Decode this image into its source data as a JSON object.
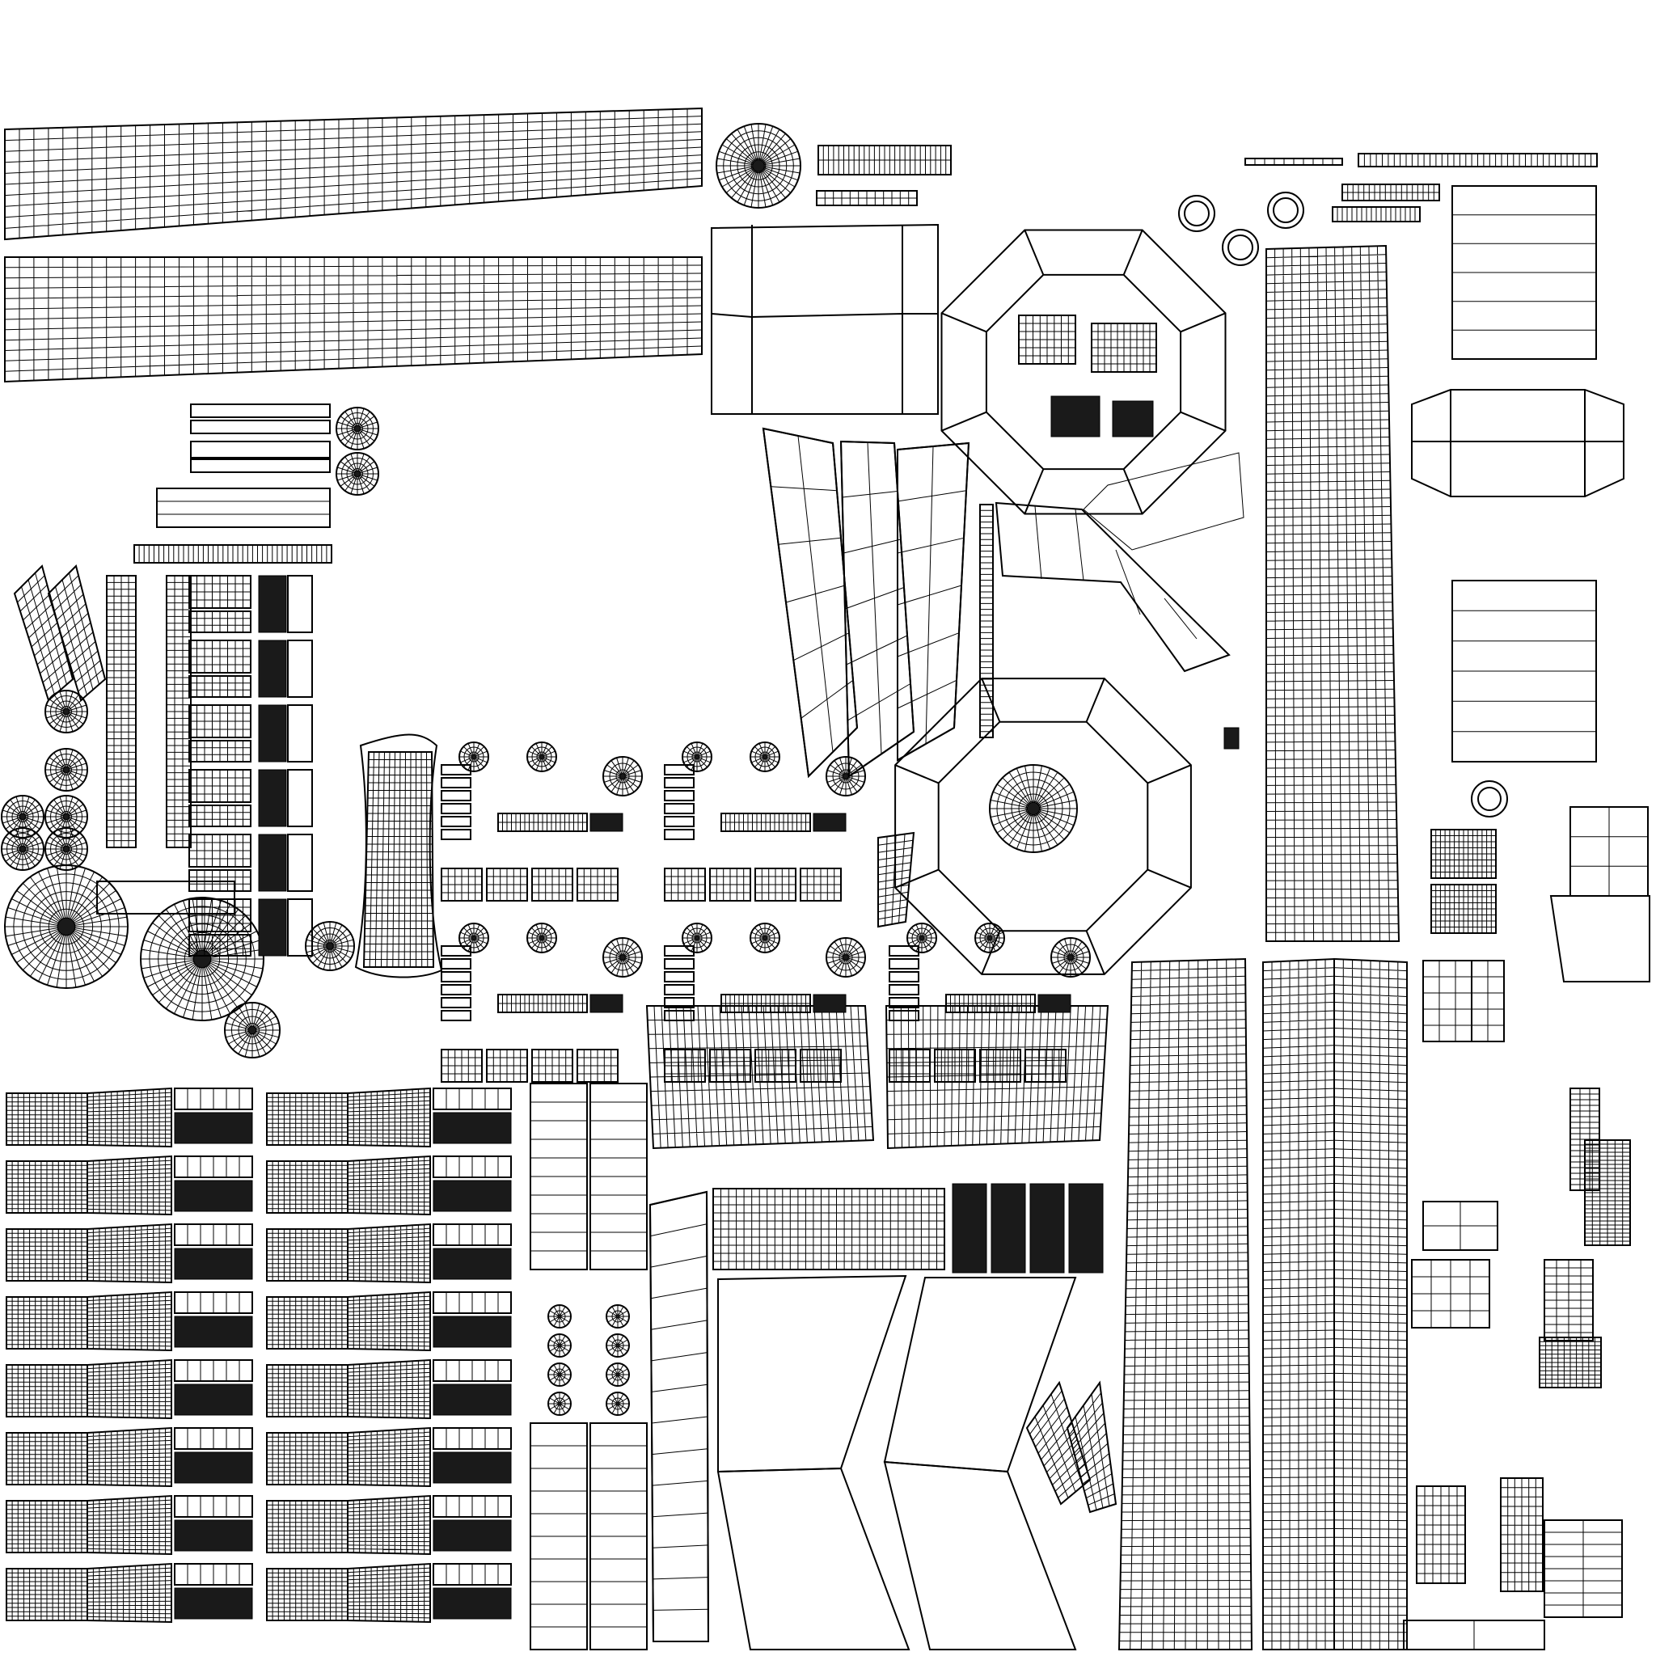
{
  "sheet": {
    "background": "#ffffff",
    "line_color": "#000000",
    "fill_color": "#1a1a1a"
  },
  "islands": [
    {
      "id": "long-strip-top",
      "kind": "hgrid"
    },
    {
      "id": "long-strip-bottom",
      "kind": "hgrid"
    },
    {
      "id": "wheel-small-top",
      "kind": "radial"
    },
    {
      "id": "box-net-left",
      "kind": "net"
    },
    {
      "id": "octagon-top",
      "kind": "octagon"
    },
    {
      "id": "octagon-bottom",
      "kind": "octagon"
    },
    {
      "id": "pillar-right-tall",
      "kind": "vgrid"
    },
    {
      "id": "pillar-center-a",
      "kind": "vgrid"
    },
    {
      "id": "pillar-center-b",
      "kind": "vgrid"
    },
    {
      "id": "pillar-center-c",
      "kind": "vgrid"
    },
    {
      "id": "box-net-right",
      "kind": "net"
    },
    {
      "id": "vase-grid",
      "kind": "lattice"
    },
    {
      "id": "wheels-left",
      "kind": "radial"
    },
    {
      "id": "block-grid-bottom-left",
      "kind": "blocks"
    },
    {
      "id": "parallelograms-bottom",
      "kind": "panels"
    }
  ]
}
